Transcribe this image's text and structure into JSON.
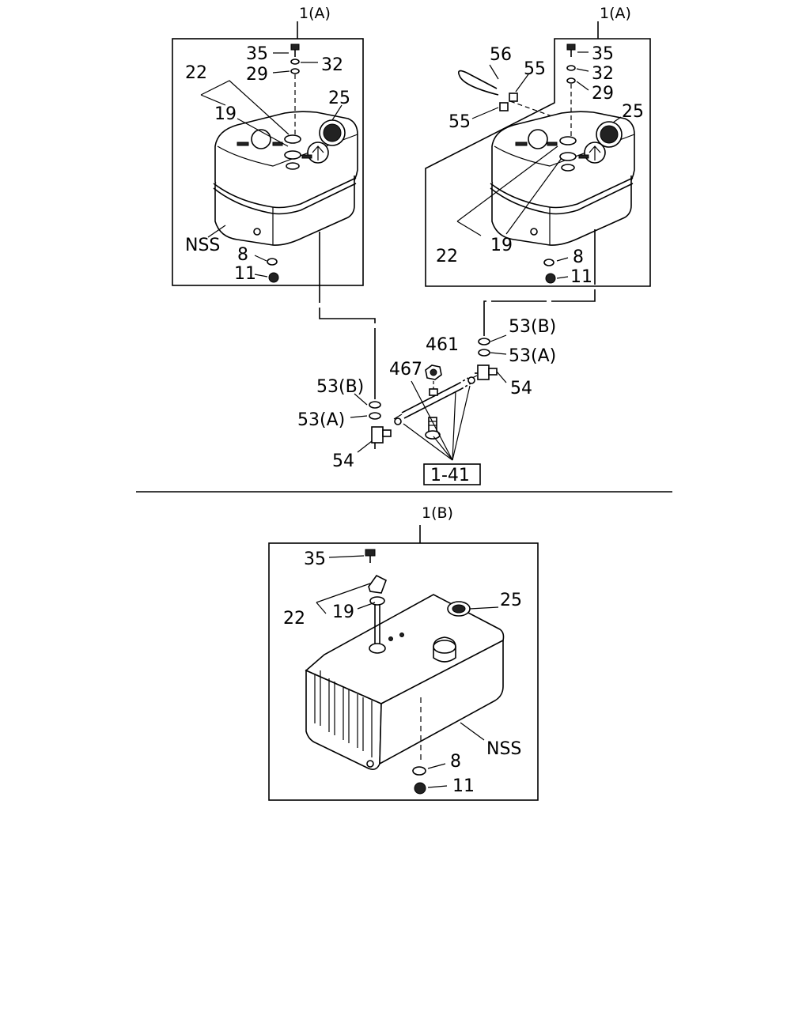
{
  "panels": {
    "top_left": {
      "callout": "1(A)",
      "labels": {
        "p35": "35",
        "p32": "32",
        "p29": "29",
        "p22": "22",
        "p19": "19",
        "p25": "25",
        "nss": "NSS",
        "p8": "8",
        "p11": "11"
      }
    },
    "top_right": {
      "callout": "1(A)",
      "labels": {
        "p35": "35",
        "p56": "56",
        "p55a": "55",
        "p32": "32",
        "p29": "29",
        "p55b": "55",
        "p25": "25",
        "p22": "22",
        "p19": "19",
        "p8": "8",
        "p11": "11"
      }
    },
    "center": {
      "labels": {
        "p53b_r": "53(B)",
        "p53a_r": "53(A)",
        "p54_r": "54",
        "p461": "461",
        "p467": "467",
        "p53b_l": "53(B)",
        "p53a_l": "53(A)",
        "p54_l": "54"
      },
      "ref_box": "1-41"
    },
    "bottom": {
      "callout": "1(B)",
      "labels": {
        "p35": "35",
        "p22": "22",
        "p19": "19",
        "p25": "25",
        "nss": "NSS",
        "p8": "8",
        "p11": "11"
      }
    }
  }
}
